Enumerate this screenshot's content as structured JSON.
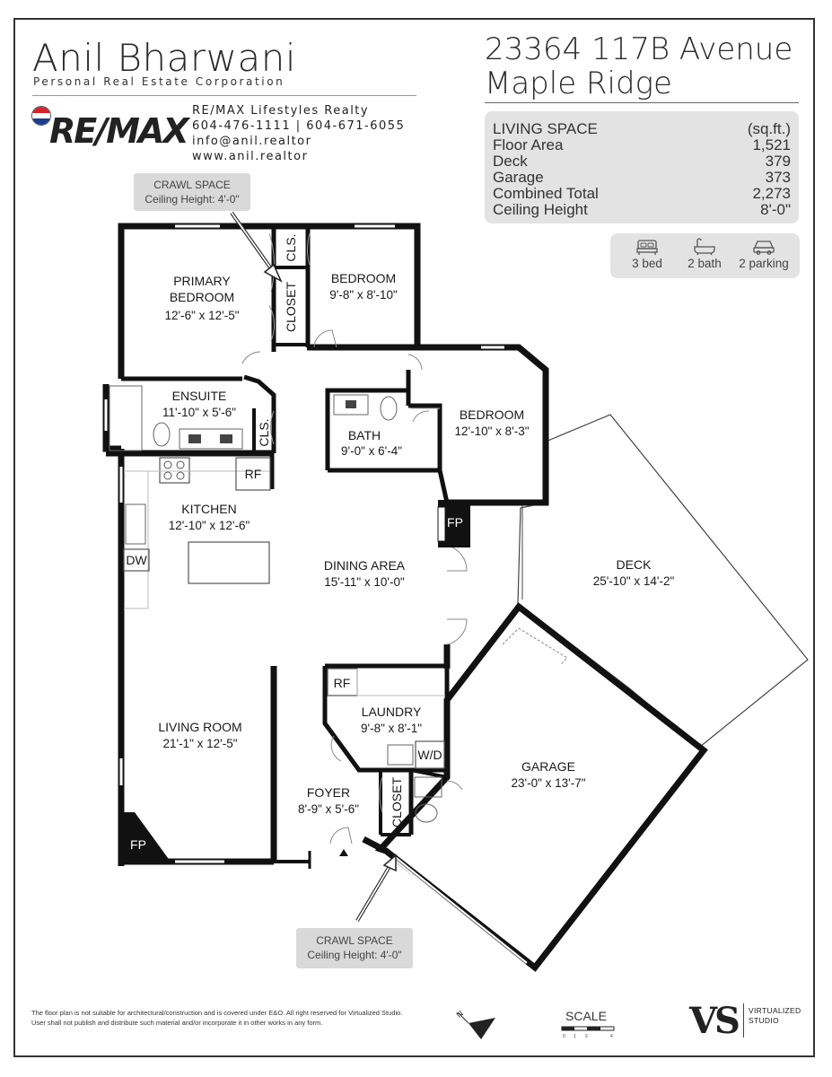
{
  "agent": {
    "name": "Anil Bharwani",
    "corporation": "Personal Real Estate Corporation",
    "brokerage_logo": "RE/MAX",
    "brokerage": "RE/MAX Lifestyles Realty",
    "phones": "604-476-1111 | 604-671-6055",
    "email": "info@anil.realtor",
    "website": "www.anil.realtor"
  },
  "property": {
    "address_line1": "23364 117B Avenue",
    "address_line2": "Maple Ridge"
  },
  "living_space": {
    "heading": "LIVING SPACE",
    "unit": "(sq.ft.)",
    "rows": [
      {
        "label": "Floor Area",
        "value": "1,521"
      },
      {
        "label": "Deck",
        "value": "379"
      },
      {
        "label": "Garage",
        "value": "373"
      },
      {
        "label": "Combined Total",
        "value": "2,273"
      },
      {
        "label": "Ceiling Height",
        "value": "8'-0\""
      }
    ]
  },
  "features": [
    {
      "icon": "bed-icon",
      "label": "3 bed"
    },
    {
      "icon": "bathtub-icon",
      "label": "2 bath"
    },
    {
      "icon": "car-icon",
      "label": "2 parking"
    }
  ],
  "crawl_space_top": {
    "title": "CRAWL SPACE",
    "detail": "Ceiling Height: 4'-0\""
  },
  "crawl_space_bottom": {
    "title": "CRAWL SPACE",
    "detail": "Ceiling Height: 4'-0\""
  },
  "rooms": {
    "primary_bedroom": {
      "name1": "PRIMARY",
      "name2": "BEDROOM",
      "dims": "12'-6\" x 12'-5\""
    },
    "bedroom_top": {
      "name": "BEDROOM",
      "dims": "9'-8\" x 8'-10\""
    },
    "closet_upper": "CLOSET",
    "cls_top": "CLS.",
    "ensuite": {
      "name": "ENSUITE",
      "dims": "11'-10\" x 5'-6\""
    },
    "cls_ensuite": "CLS.",
    "bath": {
      "name": "BATH",
      "dims": "9'-0\" x 6'-4\""
    },
    "bedroom_right": {
      "name": "BEDROOM",
      "dims": "12'-10\" x 8'-3\""
    },
    "kitchen": {
      "name": "KITCHEN",
      "dims": "12'-10\" x 12'-6\""
    },
    "dining": {
      "name": "DINING AREA",
      "dims": "15'-11\" x 10'-0\""
    },
    "deck": {
      "name": "DECK",
      "dims": "25'-10\" x 14'-2\""
    },
    "living": {
      "name": "LIVING ROOM",
      "dims": "21'-1\" x 12'-5\""
    },
    "laundry": {
      "name": "LAUNDRY",
      "dims": "9'-8\" x 8'-1\""
    },
    "garage": {
      "name": "GARAGE",
      "dims": "23'-0\" x 13'-7\""
    },
    "foyer": {
      "name": "FOYER",
      "dims": "8'-9\" x 5'-6\""
    },
    "closet_foyer": "CLOSET"
  },
  "fixtures": {
    "rf_kitchen": "RF",
    "rf_laundry": "RF",
    "dw": "DW",
    "wd": "W/D",
    "fp_dining": "FP",
    "fp_living": "FP"
  },
  "footer": {
    "disclaimer": "The floor plan is not suitable for architectural/construction and is covered under E&O. All right reserved for Virtualized Studio. User shall not publish and distribute such material and/or incorporate it in other works in any form.",
    "scale_label": "SCALE",
    "scale_ticks": [
      "0",
      "1",
      "2",
      "4"
    ],
    "studio_logo": "VS",
    "studio_line1": "VIRTUALIZED",
    "studio_line2": "STUDIO"
  }
}
